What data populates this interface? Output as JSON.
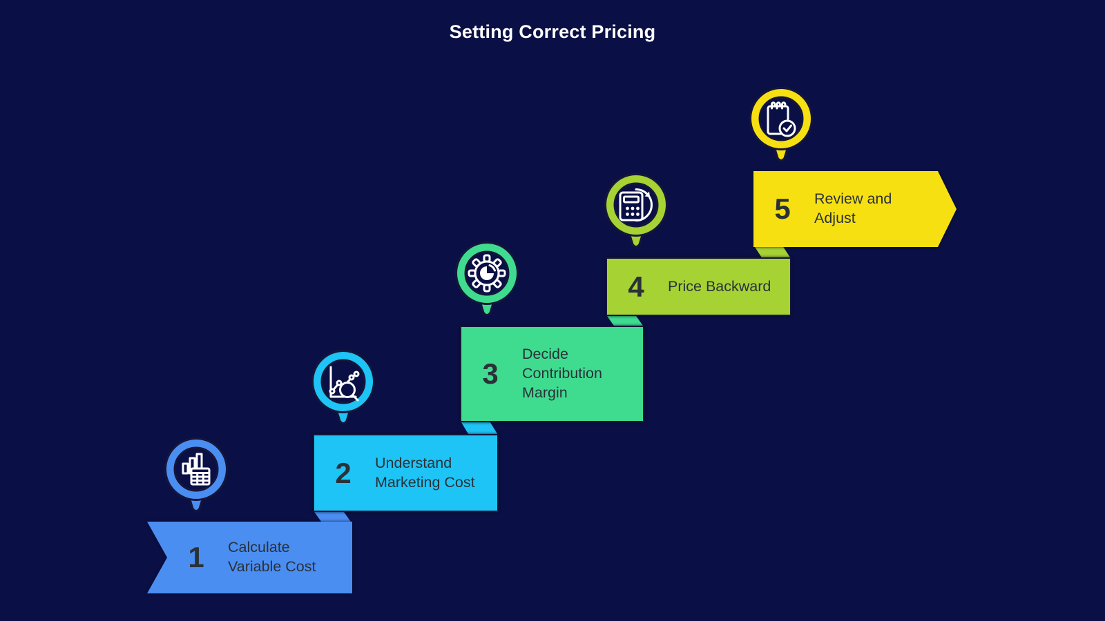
{
  "title": "Setting Correct Pricing",
  "colors": {
    "background": "#0A1045",
    "title_text": "#FFFFFF",
    "step_text": "#293138",
    "outline": "#15163A",
    "icon_stroke": "#FFFFFF",
    "step1": "#4B8EF2",
    "step2": "#1EC4F5",
    "step3": "#3FDC90",
    "step4": "#A6D234",
    "step5": "#F7E012"
  },
  "steps": [
    {
      "number": "1",
      "label": "Calculate Variable Cost",
      "color": "#4B8EF2",
      "icon": "bar-chart-calculator-icon",
      "shape": "ribbon-notch-left"
    },
    {
      "number": "2",
      "label": "Understand Marketing Cost",
      "color": "#1EC4F5",
      "icon": "line-chart-magnifier-icon",
      "shape": "rectangle"
    },
    {
      "number": "3",
      "label": "Decide Contribution Margin",
      "color": "#3FDC90",
      "icon": "gear-pie-chart-icon",
      "shape": "rectangle"
    },
    {
      "number": "4",
      "label": "Price Backward",
      "color": "#A6D234",
      "icon": "calculator-sync-icon",
      "shape": "rectangle"
    },
    {
      "number": "5",
      "label": "Review and Adjust",
      "color": "#F7E012",
      "icon": "notepad-check-icon",
      "shape": "arrow-right"
    }
  ]
}
